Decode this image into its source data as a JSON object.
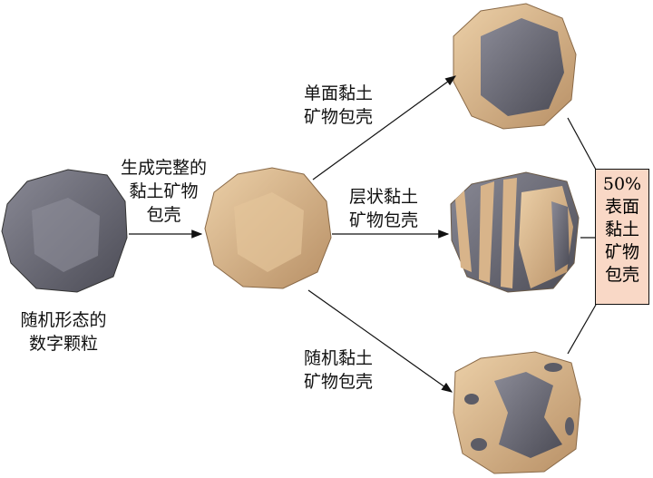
{
  "labels": {
    "source": "随机形态的\n数字颗粒",
    "full_coat": "生成完整的\n黏土矿物\n包壳",
    "single_face": "单面黏土\n矿物包壳",
    "layered": "层状黏土\n矿物包壳",
    "random": "随机黏土\n矿物包壳",
    "result_box": "50%\n表面\n黏土\n矿物\n包壳"
  },
  "colors": {
    "grain": "#6f6f7a",
    "clay": "#d8b48a",
    "box_fill": "#f9d8c6"
  }
}
